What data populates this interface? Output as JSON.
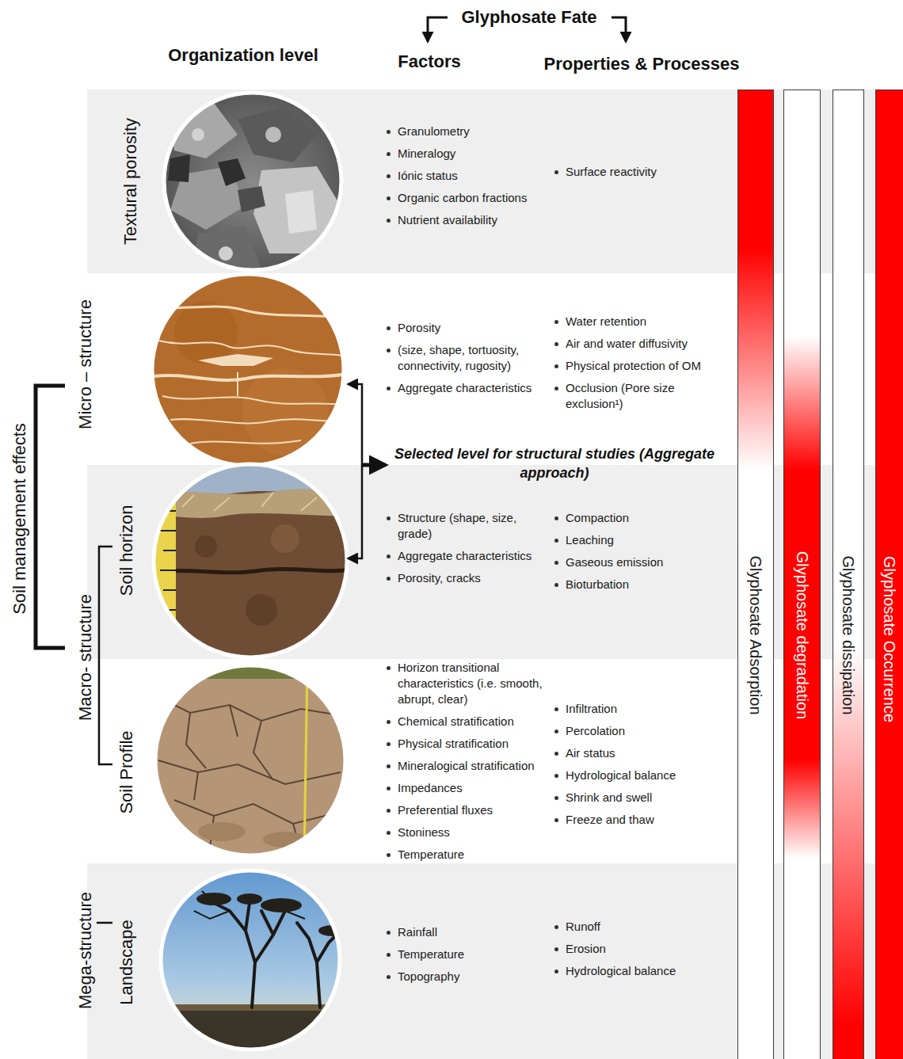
{
  "diagram": {
    "nodes": [
      {
        "text": [
          "Granulometry",
          "Mineralogy",
          "Iónic status",
          "Organic carbon fractions",
          "Nutrient availability",
          "Surface reactivity"
        ]
      },
      {
        "text": [
          "Porosity",
          "(size, shape, tortuosity, connectivity, rugosity)",
          "Aggregate characteristics",
          "Water retention",
          "Air and water diffusivity",
          "Physical protection of OM",
          "Occlusion (Pore size exclusion¹)"
        ]
      },
      {
        "text": [
          "Structure (shape, size, grade)",
          "Aggregate characteristics",
          "Porosity, cracks",
          "Compaction",
          "Leaching",
          "Gaseous emission",
          "Bioturbation"
        ]
      },
      {
        "text": [
          "Horizon transitional characteristics (i.e. smooth, abrupt, clear)",
          "Chemical stratification",
          "Physical stratification",
          "Mineralogical stratification",
          "Impedances",
          "Preferential fluxes",
          "Stoniness",
          "Temperature",
          "Infiltration",
          "Percolation",
          "Air status",
          "Hydrological balance",
          "Shrink and swell",
          "Freeze and thaw"
        ]
      },
      {
        "text": [
          "Rainfall",
          "Temperature",
          "Topography",
          "Runoff",
          "Erosion",
          "Hydrological balance"
        ]
      },
      {
        "text": [
          "Glyphosate Adsorption"
        ]
      },
      {
        "text": [
          "Glyphosate degradation"
        ]
      },
      {
        "text": [
          "Glyphosate dissipation"
        ]
      },
      {
        "text": [
          "Glyphosate Occurrence"
        ]
      }
    ],
    "labels": [
      "Glyphosate Fate",
      "Organization level",
      "Factors",
      "Properties & Processes",
      "Textural porosity",
      "Micro – structure",
      "Soil horizon",
      "Macro- structure",
      "Soil Profile",
      "Mega-structure",
      "Landscape",
      "Soil management effects",
      "Selected level for structural studies (Aggregate approach)"
    ]
  }
}
